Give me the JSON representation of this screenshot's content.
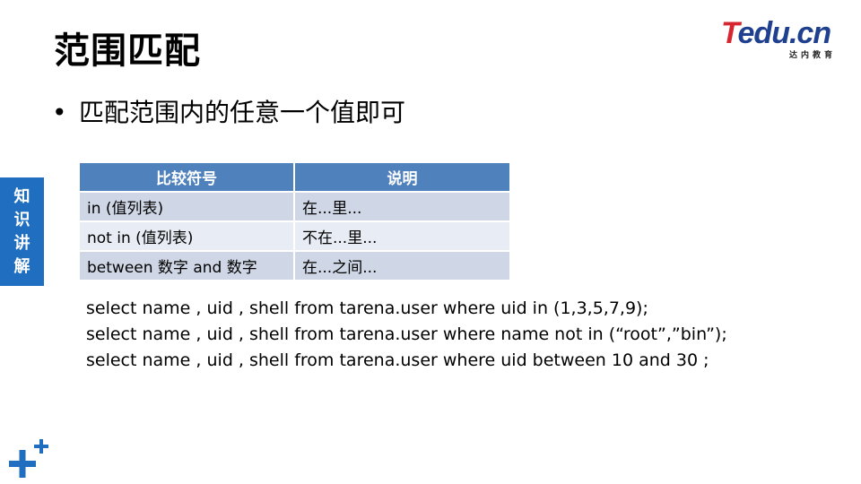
{
  "title": "范围匹配",
  "logo": {
    "brand_t": "T",
    "brand_rest": "edu.cn",
    "tagline": "达内教育"
  },
  "side_tab": [
    "知",
    "识",
    "讲",
    "解"
  ],
  "bullet": {
    "symbol": "•",
    "text": "匹配范围内的任意一个值即可"
  },
  "table": {
    "headers": [
      "比较符号",
      "说明"
    ],
    "rows": [
      [
        "in  (值列表)",
        "在...里..."
      ],
      [
        "not  in  (值列表)",
        "不在...里..."
      ],
      [
        "between 数字 and  数字",
        "在...之间..."
      ]
    ]
  },
  "code_lines": [
    "select name , uid , shell  from tarena.user where uid in (1,3,5,7,9);",
    "select name , uid , shell  from tarena.user where  name not  in (“root”,”bin”);",
    "select name , uid , shell from tarena.user where uid  between 10 and 30 ;"
  ],
  "colors": {
    "header_bg": "#4f81bd",
    "side_tab_bg": "#1f6ebf",
    "logo_red": "#d7262f",
    "logo_blue": "#1f3f8f"
  }
}
